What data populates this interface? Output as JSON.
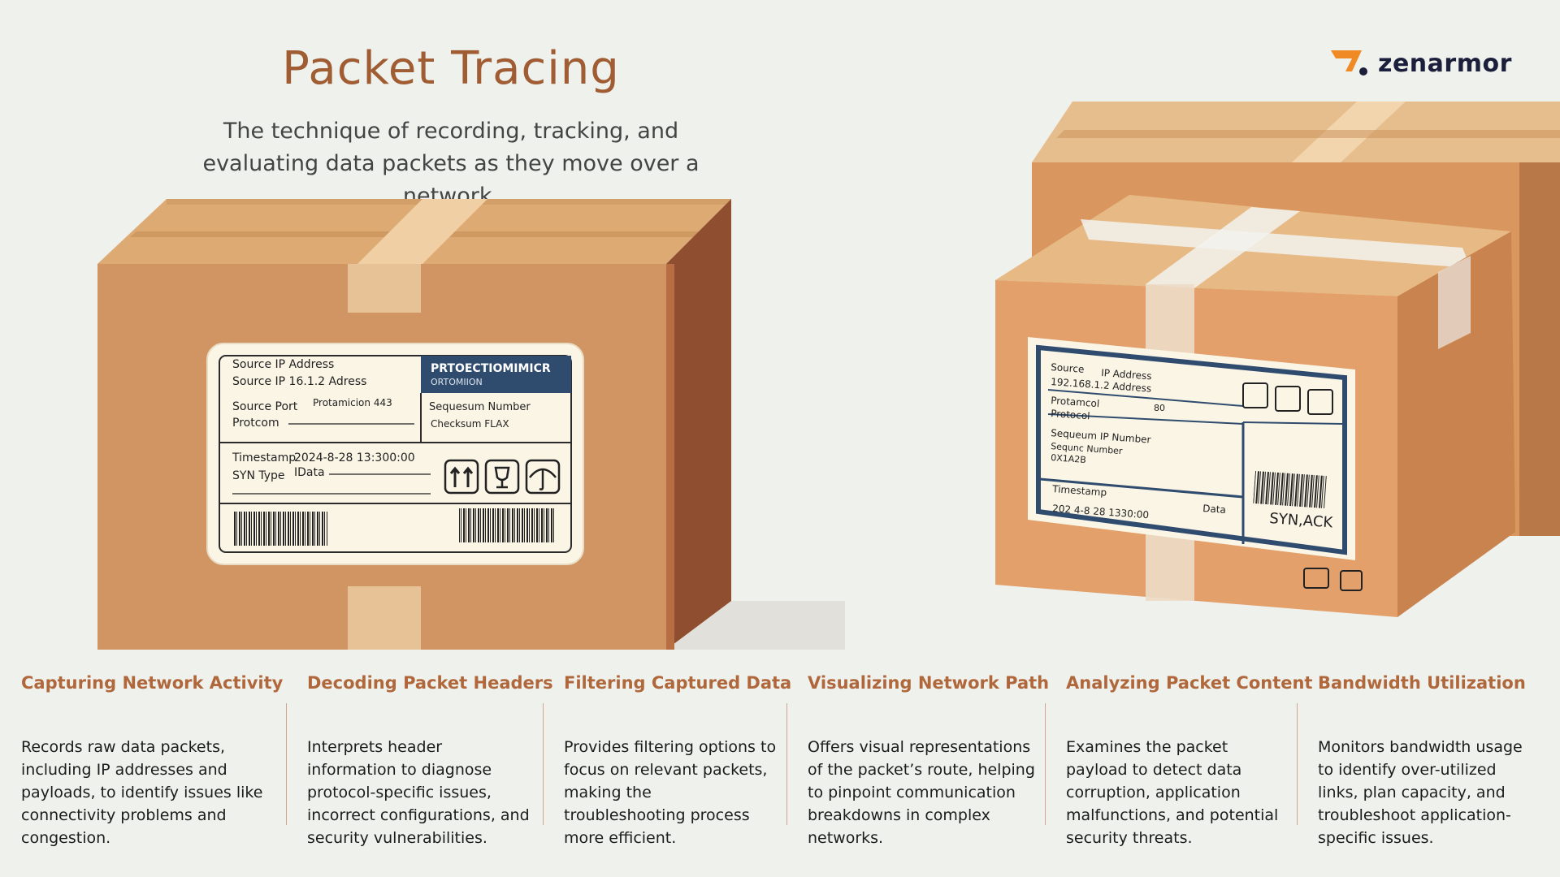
{
  "header": {
    "title": "Packet Tracing",
    "subtitle": "The technique of recording, tracking, and evaluating data packets as they move over a network."
  },
  "logo": {
    "text": "zenarmor",
    "mark_color": "#f08a24",
    "dot_color": "#1b1f3b"
  },
  "left_label": {
    "line1": "Source IP Address",
    "line2": "Source IP 16.1.2 Adress",
    "line3a": "Source Port",
    "line3b": "Protamicion 443",
    "line4": "Protcom",
    "line5a": "Timestamp",
    "line5b": "2024-8-28 13:300:00",
    "line6a": "SYN Type",
    "line6b": "IData",
    "header1": "PRTOECTIOMIMICR",
    "header2": "ORTOMIION",
    "seq": "Sequesum Number",
    "checksum": "Checksum FLAX"
  },
  "right_label": {
    "source": "Source",
    "ip_address": "IP Address",
    "address": "192.168.1.2 Address",
    "protocol_a": "Protamcol",
    "protocol_b": "Protocol",
    "port": "80",
    "seq1": "Sequeum IP Number",
    "seq2": "Sequnc Number",
    "hex": "0X1A2B",
    "timestamp": "Timestamp",
    "ts_value": "202 4-8 28 1330:00",
    "data": "Data",
    "flags": "SYN,ACK"
  },
  "features": [
    {
      "title": "Capturing Network Activity",
      "body": "Records raw data packets, including IP addresses and payloads, to identify issues like connectivity problems and congestion."
    },
    {
      "title": "Decoding Packet Headers",
      "body": "Interprets header information to diagnose protocol-specific issues, incorrect configurations, and security vulnerabilities."
    },
    {
      "title": "Filtering Captured Data",
      "body": "Provides filtering options to focus on relevant packets, making the troubleshooting process more efficient."
    },
    {
      "title": "Visualizing Network Path",
      "body": "Offers visual representations of the packet’s route, helping to pinpoint communication breakdowns in complex networks."
    },
    {
      "title": "Analyzing Packet Content",
      "body": "Examines the packet payload to detect data corruption, application malfunctions, and potential security threats."
    },
    {
      "title": "Bandwidth Utilization",
      "body": "Monitors bandwidth usage to identify over-utilized links, plan capacity, and troubleshoot application-specific issues."
    }
  ],
  "colors": {
    "accent": "#b0673b",
    "title": "#a05c33",
    "background": "#eff1ec"
  }
}
